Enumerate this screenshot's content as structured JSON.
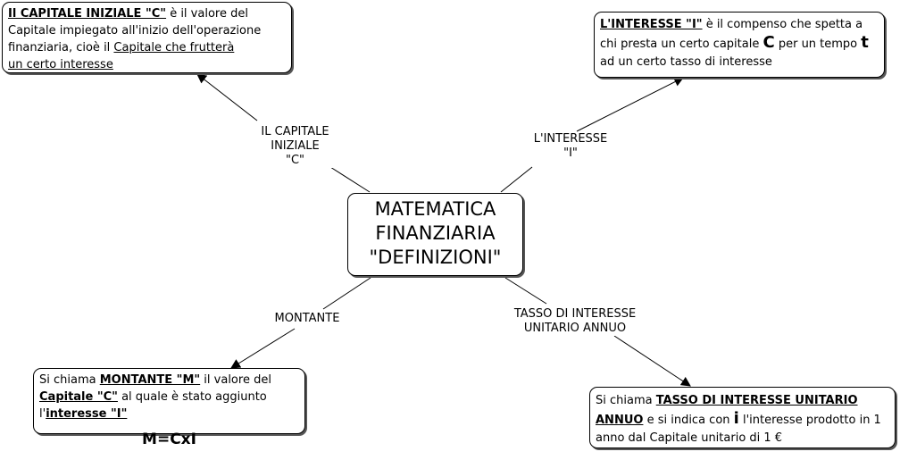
{
  "center": {
    "line1": "MATEMATICA",
    "line2": "FINANZIARIA",
    "line3": "\"DEFINIZIONI\""
  },
  "links": {
    "capitale": {
      "line1": "IL CAPITALE",
      "line2": "INIZIALE",
      "line3": "\"C\""
    },
    "interesse": {
      "line1": "L'INTERESSE",
      "line2": "\"I\""
    },
    "montante": {
      "line1": "MONTANTE"
    },
    "tasso": {
      "line1": "TASSO DI INTERESSE",
      "line2": "UNITARIO ANNUO"
    }
  },
  "nodes": {
    "capitale": {
      "term": "Il CAPITALE INIZIALE \"C\"",
      "text1": " è il valore del Capitale impiegato all'inizio dell'operazione finanziaria, cioè il ",
      "link1": "Capitale che frutterà",
      "link2": "un certo interesse"
    },
    "interesse": {
      "term": "L'INTERESSE \"I\"",
      "text1": " è il compenso che spetta a chi presta un certo capitale ",
      "sym1": "C",
      "text2": " per un tempo ",
      "sym2": "t",
      "text3": " ad un certo tasso di interesse"
    },
    "montante": {
      "pre": "Si chiama ",
      "term": "MONTANTE \"M\"",
      "text1": "  il valore del ",
      "term2": "Capitale \"C\"",
      "text2": " al quale è stato aggiunto l'",
      "term3": "interesse \"I\"",
      "formula": "M=CxI"
    },
    "tasso": {
      "pre": "Si chiama ",
      "term": "TASSO DI INTERESSE UNITARIO ANNUO",
      "text1": " e si indica con ",
      "sym": "i",
      "text2": " l'interesse prodotto in 1 anno dal Capitale unitario di 1 €"
    }
  },
  "colors": {
    "line": "#000000",
    "shadow": "#555555"
  }
}
